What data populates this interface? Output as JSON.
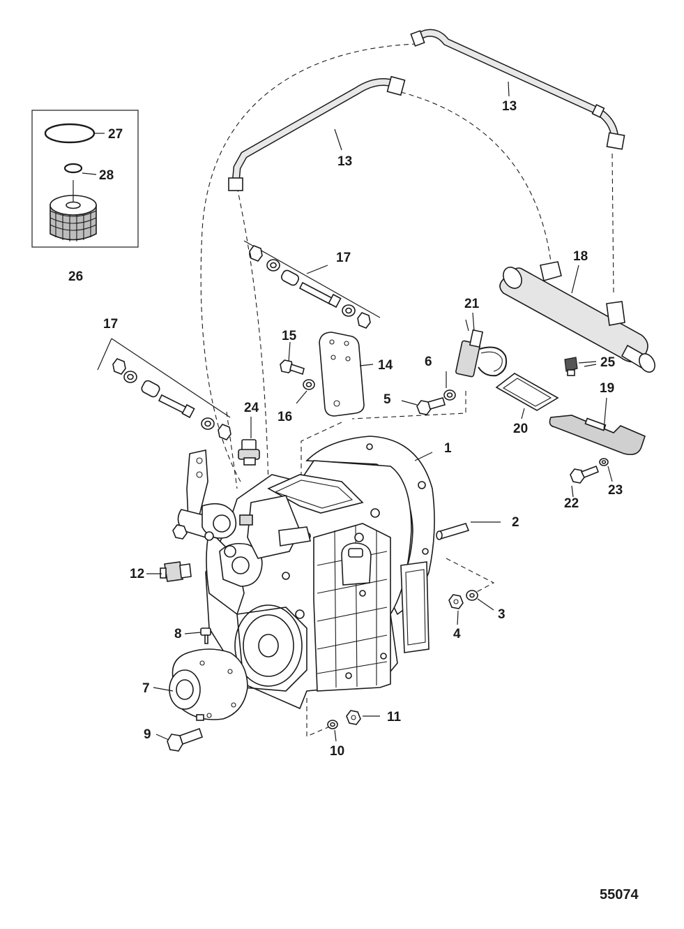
{
  "figure_number": "55074",
  "callouts": {
    "c1": "1",
    "c2": "2",
    "c3": "3",
    "c4": "4",
    "c5": "5",
    "c6": "6",
    "c7": "7",
    "c8": "8",
    "c9": "9",
    "c10": "10",
    "c11": "11",
    "c12": "12",
    "c13a": "13",
    "c13b": "13",
    "c14": "14",
    "c15": "15",
    "c16": "16",
    "c17a": "17",
    "c17b": "17",
    "c18": "18",
    "c19": "19",
    "c20": "20",
    "c21": "21",
    "c22": "22",
    "c23": "23",
    "c24": "24",
    "c25": "25",
    "c26": "26",
    "c27": "27",
    "c28": "28"
  }
}
